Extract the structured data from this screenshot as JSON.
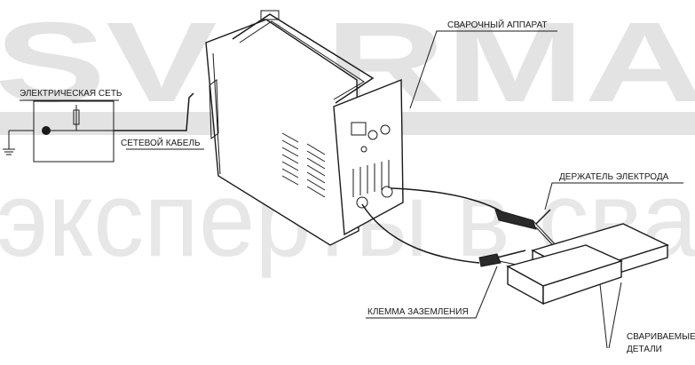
{
  "watermark": {
    "top": "SVARMA",
    "middle": "эксперты в сва"
  },
  "labels": {
    "welding_machine": "СВАРОЧНЫЙ АППАРАТ",
    "electric_network": "ЭЛЕКТРИЧЕСКАЯ СЕТЬ",
    "power_cable": "СЕТЕВОЙ КАБЕЛЬ",
    "electrode_holder": "ДЕРЖАТЕЛЬ ЭЛЕКТРОДА",
    "ground_clamp": "КЛЕММА ЗАЗЕМЛЕНИЯ",
    "welded_parts_line1": "СВАРИВАЕМЫЕ",
    "welded_parts_line2": "ДЕТАЛИ"
  }
}
